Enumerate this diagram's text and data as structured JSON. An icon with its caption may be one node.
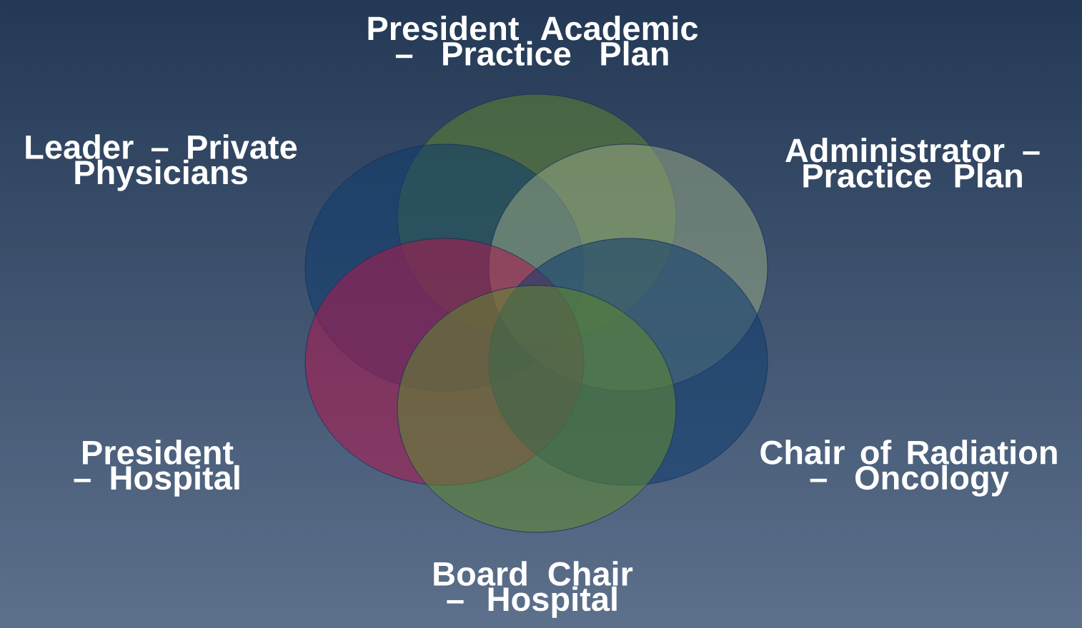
{
  "diagram": {
    "nodes": [
      {
        "text": [
          "President Academic – Practice Plan"
        ]
      },
      {
        "text": [
          "Leader – Private Physicians"
        ]
      },
      {
        "text": [
          "Administrator – Practice Plan"
        ]
      },
      {
        "text": [
          "President – Hospital"
        ]
      },
      {
        "text": [
          "Chair of Radiation – Oncology"
        ]
      },
      {
        "text": [
          "Board Chair – Hospital"
        ]
      }
    ]
  }
}
